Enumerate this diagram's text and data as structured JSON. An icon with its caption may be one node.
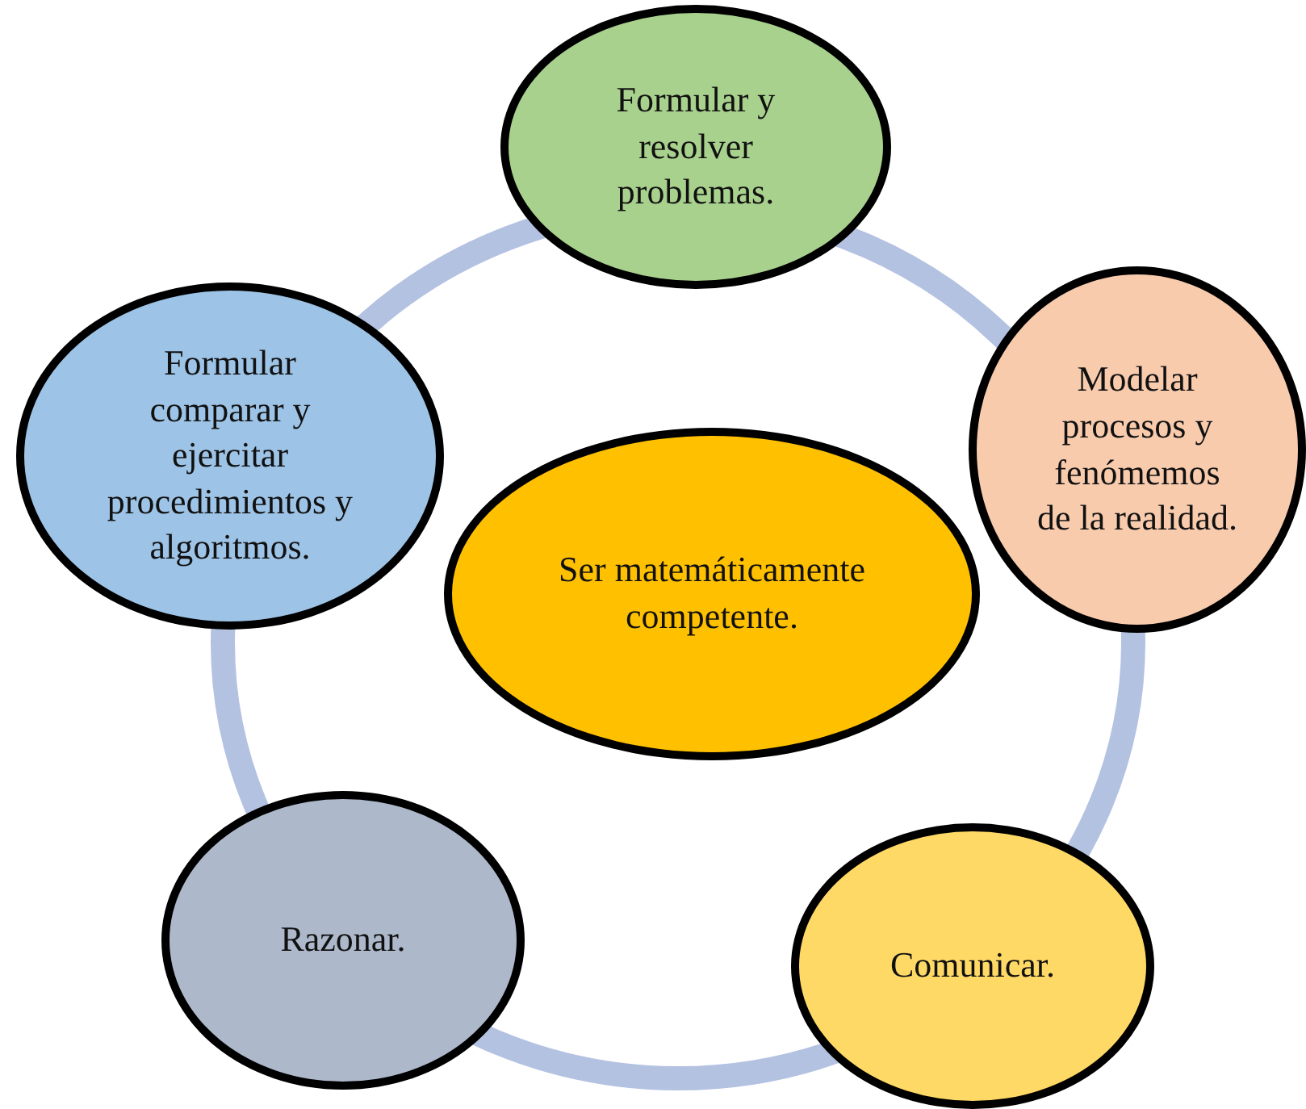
{
  "diagram": {
    "nodes": [
      {
        "text": [
          "Formular y resolver problemas."
        ]
      },
      {
        "text": [
          "Modelar procesos y fenómemos de la realidad."
        ]
      },
      {
        "text": [
          "Formular comparar y ejercitar procedimientos y algoritmos."
        ]
      },
      {
        "text": [
          "Ser matemáticamente competente."
        ]
      },
      {
        "text": [
          "Razonar."
        ]
      },
      {
        "text": [
          "Comunicar."
        ]
      }
    ]
  }
}
